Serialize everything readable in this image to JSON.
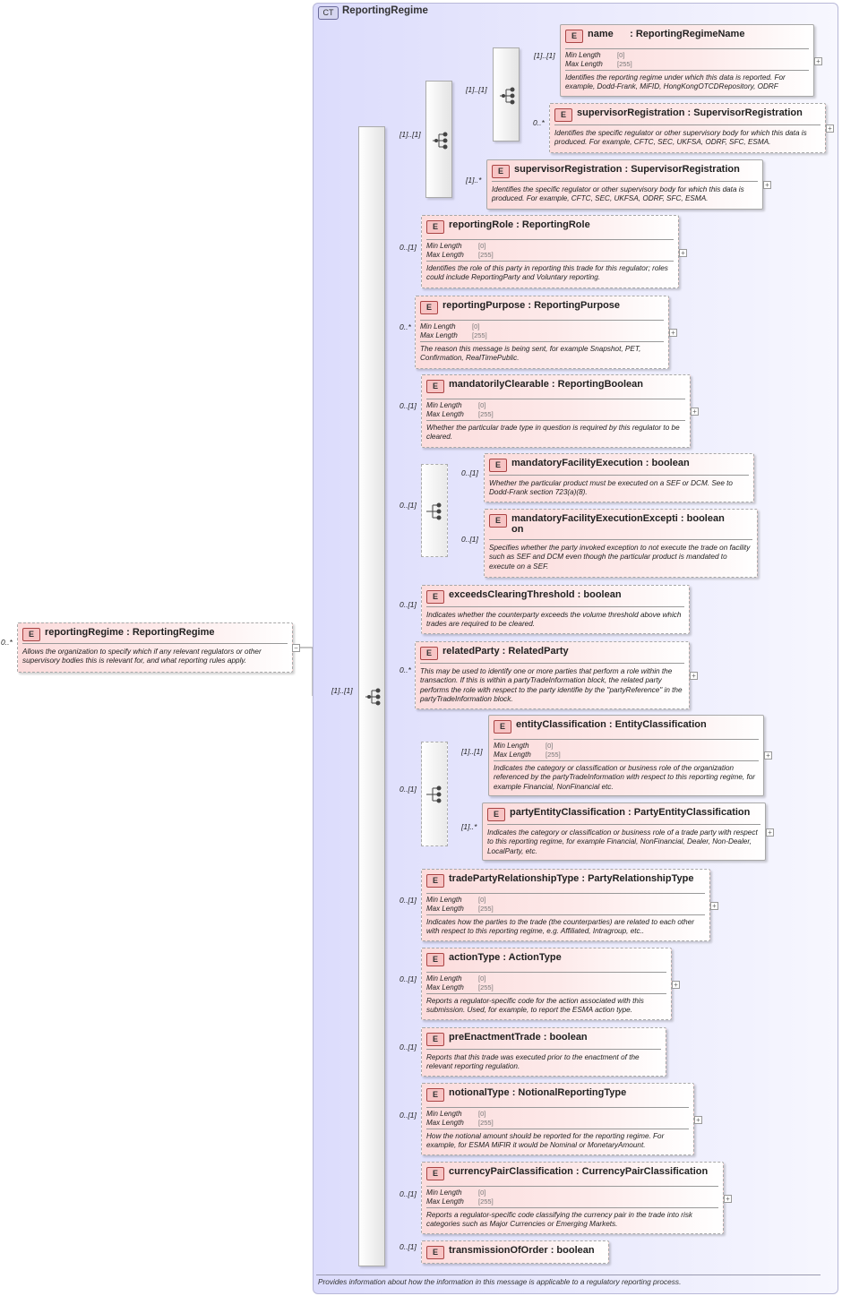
{
  "root": {
    "badge": "E",
    "name": "reportingRegime",
    "sep": ":",
    "type": "ReportingRegime",
    "cardinality": "0..*",
    "description": "Allows the organization to specify which if any relevant regulators or other supervisory bodies this is relevant for, and what reporting rules apply."
  },
  "complex_type": {
    "badge": "CT",
    "name": "ReportingRegime",
    "description": "Provides information about how the information in this message is applicable to a regulatory reporting process."
  },
  "sequence_cardinalities": {
    "main": "[1]..[1]",
    "regime_group": "[1]..[1]",
    "inner": "[1]..[1]"
  },
  "facet_labels": {
    "min": "Min Length",
    "max": "Max Length",
    "min_value": "[0]",
    "max_value": "[255]"
  },
  "elements": {
    "name": {
      "badge": "E",
      "name": "name",
      "type": "ReportingRegimeName",
      "cardinality": "[1]..[1]",
      "description": "Identifies the reporting regime under which this data is reported. For example, Dodd-Frank, MiFID, HongKongOTCDRepository, ODRF"
    },
    "supReg1": {
      "badge": "E",
      "name": "supervisorRegistration",
      "type": "SupervisorRegistration",
      "cardinality": "0..*",
      "description": "Identifies the specific regulator or other supervisory body for which this data is produced. For example, CFTC, SEC, UKFSA, ODRF, SFC, ESMA."
    },
    "supReg2": {
      "badge": "E",
      "name": "supervisorRegistration",
      "type": "SupervisorRegistration",
      "cardinality": "[1]..*",
      "description": "Identifies the specific regulator or other supervisory body for which this data is produced. For example, CFTC, SEC, UKFSA, ODRF, SFC, ESMA."
    },
    "reportingRole": {
      "badge": "E",
      "name": "reportingRole",
      "type": "ReportingRole",
      "cardinality": "0..[1]",
      "description": "Identifies the role of this party in reporting this trade for this regulator; roles could include ReportingParty and Voluntary reporting."
    },
    "reportingPurpose": {
      "badge": "E",
      "name": "reportingPurpose",
      "type": "ReportingPurpose",
      "cardinality": "0..*",
      "description": "The reason this message is being sent, for example Snapshot, PET, Confirmation, RealTimePublic."
    },
    "mandClear": {
      "badge": "E",
      "name": "mandatorilyClearable",
      "type": "ReportingBoolean",
      "cardinality": "0..[1]",
      "description": "Whether the particular trade type in question is required by this regulator to be cleared."
    },
    "mfeChoice": {
      "cardinality": "0..[1]"
    },
    "mfe": {
      "badge": "E",
      "name": "mandatoryFacilityExecution",
      "type": "boolean",
      "cardinality": "0..[1]",
      "description": "Whether the particular product must be executed on a SEF or DCM. See to Dodd-Frank section 723(a)(8)."
    },
    "mfeEx": {
      "badge": "E",
      "name_line1": "mandatoryFacilityExecutionExcepti",
      "name_line2": "on",
      "type": "boolean",
      "cardinality": "0..[1]",
      "description": "Specifies whether the party invoked exception to not execute the trade on facility such as SEF and DCM even though the particular product is mandated to execute on a SEF."
    },
    "exceeds": {
      "badge": "E",
      "name": "exceedsClearingThreshold",
      "type": "boolean",
      "cardinality": "0..[1]",
      "description": "Indicates whether the counterparty exceeds the volume threshold above which trades are required to be cleared."
    },
    "related": {
      "badge": "E",
      "name": "relatedParty",
      "type": "RelatedParty",
      "cardinality": "0..*",
      "description": "This may be used to identify one or more parties that perform a role within the transaction. If this is within a partyTradeInformation block, the related party performs the role with respect to the party identifie by the \"partyReference\" in the partyTradeInformation block."
    },
    "entChoice": {
      "cardinality": "0..[1]"
    },
    "entity": {
      "badge": "E",
      "name": "entityClassification",
      "type": "EntityClassification",
      "cardinality": "[1]..[1]",
      "description": "Indicates the category or classification or business role of the organization referenced by the partyTradeInformation with respect to this reporting regime, for example Financial, NonFinancial etc."
    },
    "partyEntity": {
      "badge": "E",
      "name": "partyEntityClassification",
      "type": "PartyEntityClassification",
      "cardinality": "[1]..*",
      "description": "Indicates the category or classification or business role of a trade party with respect to this reporting regime, for example Financial, NonFinancial, Dealer, Non-Dealer, LocalParty, etc."
    },
    "tprt": {
      "badge": "E",
      "name": "tradePartyRelationshipType",
      "type": "PartyRelationshipType",
      "cardinality": "0..[1]",
      "description": "Indicates how the parties to the trade (the counterparties) are related to each other with respect to this reporting regime, e.g. Affiliated, Intragroup, etc.."
    },
    "action": {
      "badge": "E",
      "name": "actionType",
      "type": "ActionType",
      "cardinality": "0..[1]",
      "description": "Reports a regulator-specific code for the action associated with this submission. Used, for example, to report the ESMA action type."
    },
    "preEnact": {
      "badge": "E",
      "name": "preEnactmentTrade",
      "type": "boolean",
      "cardinality": "0..[1]",
      "description": "Reports that this trade was executed prior to the enactment of the relevant reporting regulation."
    },
    "notional": {
      "badge": "E",
      "name": "notionalType",
      "type": "NotionalReportingType",
      "cardinality": "0..[1]",
      "description": "How the notional amount should be reported for the reporting regime. For example, for ESMA MiFIR it would be Nominal or MonetaryAmount."
    },
    "ccyPair": {
      "badge": "E",
      "name": "currencyPairClassification",
      "type": "CurrencyPairClassification",
      "cardinality": "0..[1]",
      "description": "Reports a regulator-specific code classifying the currency pair in the trade into risk categories such as Major Currencies or Emerging Markets."
    },
    "transmission": {
      "badge": "E",
      "name": "transmissionOfOrder",
      "type": "boolean",
      "cardinality": "0..[1]"
    }
  }
}
